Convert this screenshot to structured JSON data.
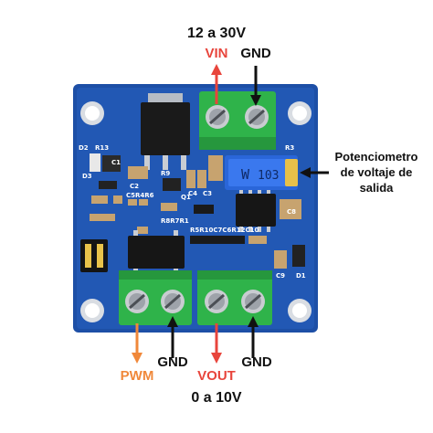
{
  "input": {
    "voltage_range": "12 a 30V",
    "vin_label": "VIN",
    "gnd_label": "GND"
  },
  "potentiometer": {
    "label_line1": "Potenciometro",
    "label_line2": "de voltaje de",
    "label_line3": "salida",
    "marking_a": "W",
    "marking_b": "103"
  },
  "output": {
    "pwm_label": "PWM",
    "pwm_gnd_label": "GND",
    "vout_label": "VOUT",
    "vout_gnd_label": "GND",
    "voltage_range": "0 a 10V"
  },
  "silkscreen": {
    "d2": "D2",
    "r13": "R13",
    "r3": "R3",
    "d3": "D3",
    "r9": "R9",
    "q1": "Q1",
    "c2": "C2",
    "c1": "C1",
    "c4": "C4",
    "c3": "C3",
    "c5r4r6": "C5R4R6",
    "r8r7r1": "R8R7R1",
    "r5r10c7c6r12c10": "R5R10C7C6R12C10",
    "c8": "C8",
    "c9": "C9",
    "d1": "D1"
  },
  "colors": {
    "label_red": "#e8453c",
    "label_orange": "#f0883a",
    "label_black": "#111111",
    "pcb_blue": "#1d4fa6",
    "terminal_green": "#2fb34a",
    "pot_blue": "#2a66d9"
  }
}
